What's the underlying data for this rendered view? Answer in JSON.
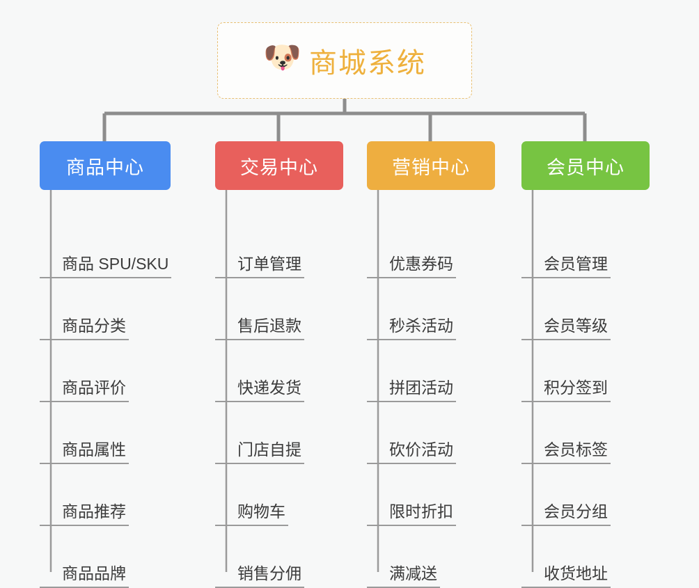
{
  "diagram": {
    "type": "mindmap",
    "background_color": "#f7f8f8",
    "root": {
      "title": "商城系统",
      "icon": "shiba-dog-face-emoji",
      "icon_glyph": "🐶",
      "text_color": "#eeb03c",
      "border_color": "#e8bf72",
      "border_style": "dashed"
    },
    "branches": [
      {
        "label": "商品中心",
        "color": "#4a8cf0",
        "items": [
          "商品 SPU/SKU",
          "商品分类",
          "商品评价",
          "商品属性",
          "商品推荐",
          "商品品牌"
        ]
      },
      {
        "label": "交易中心",
        "color": "#e8605c",
        "items": [
          "订单管理",
          "售后退款",
          "快递发货",
          "门店自提",
          "购物车",
          "销售分佣"
        ]
      },
      {
        "label": "营销中心",
        "color": "#eeae40",
        "items": [
          "优惠券码",
          "秒杀活动",
          "拼团活动",
          "砍价活动",
          "限时折扣",
          "满减送"
        ]
      },
      {
        "label": "会员中心",
        "color": "#77c442",
        "items": [
          "会员管理",
          "会员等级",
          "积分签到",
          "会员标签",
          "会员分组",
          "收货地址"
        ]
      }
    ],
    "connector_color": "#8d8d8d",
    "leaf_rule_color": "#9a9a9a"
  }
}
